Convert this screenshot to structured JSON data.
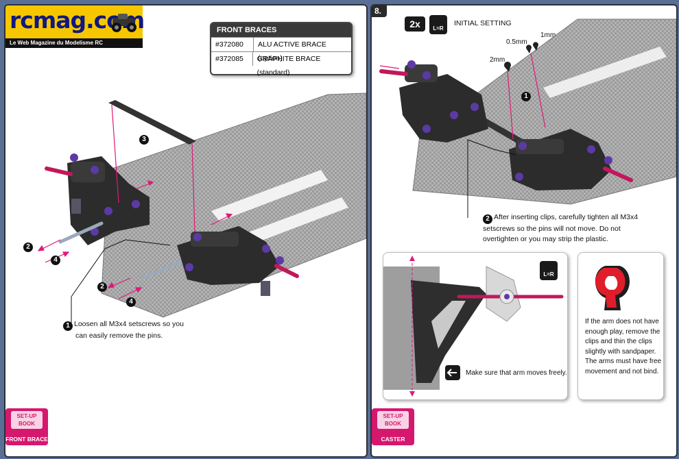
{
  "logo": {
    "brand": "rcmag.com",
    "tagline": "Le Web Magazine du Modelisme RC"
  },
  "left_page": {
    "parts_box": {
      "title": "FRONT BRACES",
      "rows": [
        {
          "code": "#372080",
          "name": "ALU ACTIVE BRACE (option)"
        },
        {
          "code": "#372085",
          "name": "GRAPHITE BRACE (standard)"
        }
      ]
    },
    "markers": {
      "m3": "3",
      "m2a": "2",
      "m4a": "4",
      "m2b": "2",
      "m4b": "4"
    },
    "callout": {
      "num": "1",
      "text_line1": "Loosen all M3x4 setscrews so you",
      "text_line2": "can easily remove the pins."
    },
    "tab": {
      "icon_text": "SET-UP BOOK",
      "label": "FRONT BRACE"
    }
  },
  "right_page": {
    "step_number": "8.",
    "qty_badge": "2x",
    "lr_badge": "L=R",
    "heading": "INITIAL SETTING",
    "clip_labels": {
      "a": "0.5mm",
      "b": "1mm",
      "c": "2mm"
    },
    "marker1": "1",
    "callout": {
      "num": "2",
      "line1": "After inserting clips, carefully tighten all M3x4",
      "line2": "setscrews so the pins will not move. Do not",
      "line3": "overtighten or you may strip the plastic."
    },
    "panel_arm": {
      "lr_badge": "L=R",
      "note": "Make sure that arm moves freely."
    },
    "panel_clip": {
      "note_lines": [
        "If the arm does not have",
        "enough play, remove the",
        "clips and thin the clips",
        "slightly with sandpaper.",
        "The arms must have free",
        "movement and not bind."
      ]
    },
    "tab": {
      "icon_text": "SET-UP BOOK",
      "label": "CASTER"
    }
  },
  "colors": {
    "accent_pink": "#d6176e",
    "screw_purple": "#5b3aa6",
    "frame": "#5a6f96"
  }
}
